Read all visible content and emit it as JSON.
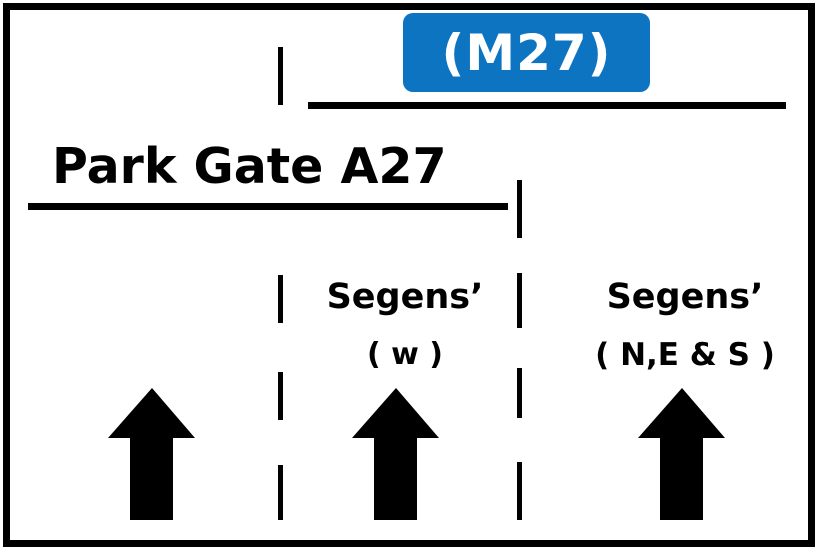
{
  "sign": {
    "route_badge": {
      "label": "(M27)",
      "color": "#0d74c2"
    },
    "destinations": [
      {
        "name": "Park Gate A27"
      },
      {
        "name": "Segens’",
        "direction": "( w )"
      },
      {
        "name": "Segens’",
        "direction": "( N,E & S )"
      }
    ],
    "lane_arrows": [
      "ahead-arrow-icon",
      "ahead-arrow-icon",
      "ahead-arrow-icon"
    ],
    "lane_count": 3,
    "colors": {
      "background": "#ffffff",
      "border": "#000000",
      "text": "#000000"
    }
  }
}
